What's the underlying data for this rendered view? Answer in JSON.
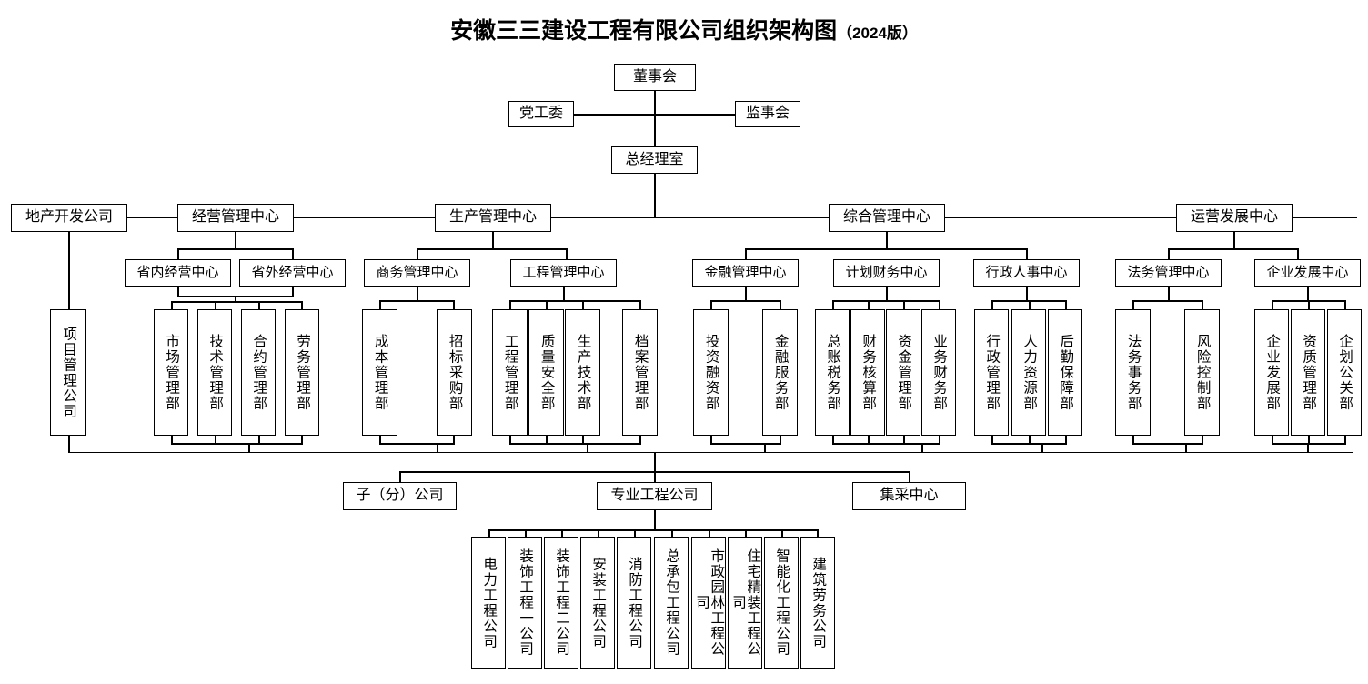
{
  "title": {
    "main": "安徽三三建设工程有限公司组织架构图",
    "version": "（2024版）"
  },
  "colors": {
    "background": "#ffffff",
    "line": "#000000",
    "box_fill": "#ffffff",
    "text": "#000000"
  },
  "org": {
    "board": "董事会",
    "party_committee": "党工委",
    "supervisory_board": "监事会",
    "general_manager_office": "总经理室",
    "level1": [
      {
        "label": "地产开发公司"
      },
      {
        "label": "经营管理中心"
      },
      {
        "label": "生产管理中心"
      },
      {
        "label": "综合管理中心"
      },
      {
        "label": "运营发展中心"
      }
    ],
    "level2": [
      {
        "label": "省内经营中心"
      },
      {
        "label": "省外经营中心"
      },
      {
        "label": "商务管理中心"
      },
      {
        "label": "工程管理中心"
      },
      {
        "label": "金融管理中心"
      },
      {
        "label": "计划财务中心"
      },
      {
        "label": "行政人事中心"
      },
      {
        "label": "法务管理中心"
      },
      {
        "label": "企业发展中心"
      }
    ],
    "departments": {
      "real_estate": [
        "项目管理公司"
      ],
      "business_mgmt": [
        "市场管理部",
        "技术管理部",
        "合约管理部",
        "劳务管理部"
      ],
      "commerce_center": [
        "成本管理部",
        "招标采购部"
      ],
      "engineering_center": [
        "工程管理部",
        "质量安全部",
        "生产技术部",
        "档案管理部"
      ],
      "finance_service_center": [
        "投资融资部",
        "金融服务部"
      ],
      "plan_finance_center": [
        "总账税务部",
        "财务核算部",
        "资金管理部",
        "业务财务部"
      ],
      "admin_hr_center": [
        "行政管理部",
        "人力资源部",
        "后勤保障部"
      ],
      "legal_center": [
        "法务事务部",
        "风险控制部"
      ],
      "enterprise_dev_center": [
        "企业发展部",
        "资质管理部",
        "企划公关部"
      ]
    },
    "bottom": [
      {
        "label": "子（分）公司"
      },
      {
        "label": "专业工程公司"
      },
      {
        "label": "集采中心"
      }
    ],
    "professional_companies": [
      "电力工程公司",
      "装饰工程一公司",
      "装饰工程二公司",
      "安装工程公司",
      "消防工程公司",
      "总承包工程公司",
      "市政园林工程公司",
      "住宅精装工程公司",
      "智能化工程公司",
      "建筑劳务公司"
    ]
  }
}
